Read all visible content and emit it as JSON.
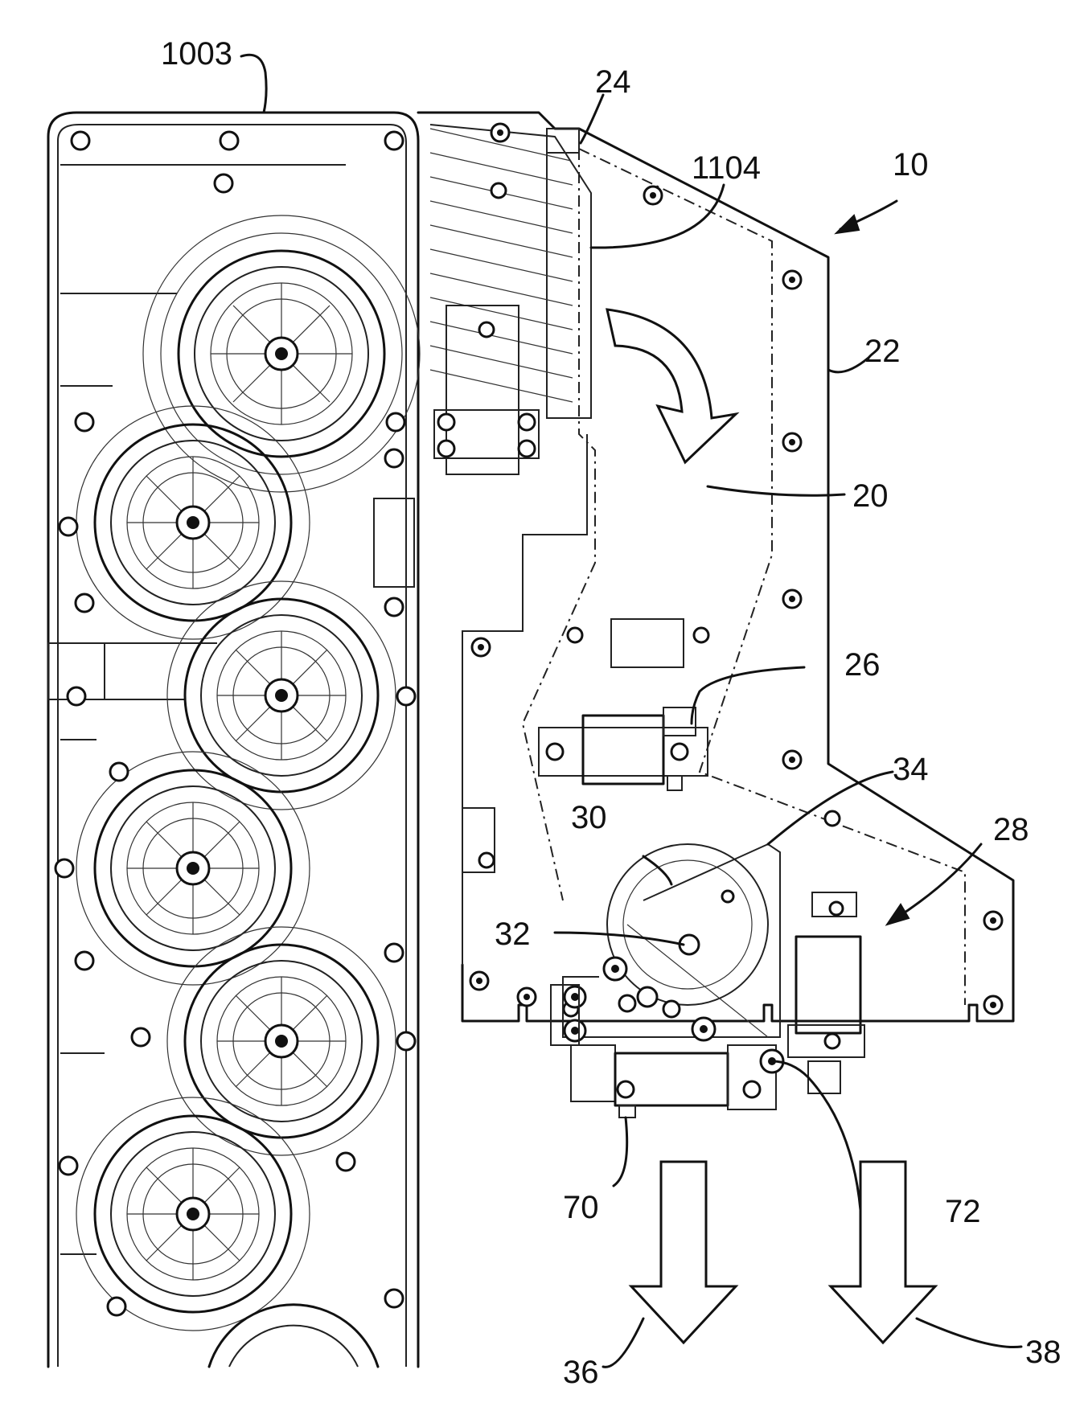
{
  "labels": {
    "ref_1003": "1003",
    "ref_24": "24",
    "ref_1104": "1104",
    "ref_10": "10",
    "ref_22": "22",
    "ref_20": "20",
    "ref_26": "26",
    "ref_34": "34",
    "ref_30": "30",
    "ref_28": "28",
    "ref_32": "32",
    "ref_70": "70",
    "ref_72": "72",
    "ref_36": "36",
    "ref_38": "38"
  },
  "colors": {
    "line": "#111111",
    "background": "#ffffff"
  }
}
